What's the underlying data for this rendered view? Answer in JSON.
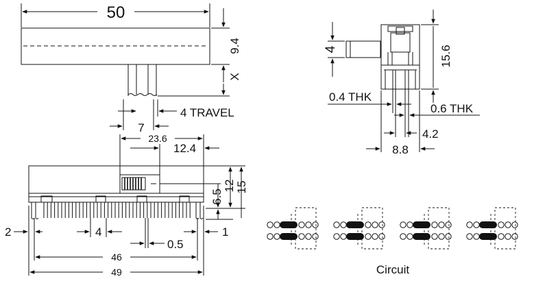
{
  "top_view": {
    "width_label": "50",
    "height_label": "9.4",
    "lever_label": "X",
    "travel_label": "4 TRAVEL",
    "lever_width_label": "7"
  },
  "side_view": {
    "lever_label": "4",
    "height_label": "15.6",
    "thk_left_label": "0.4 THK",
    "thk_right_label": "0.6 THK",
    "pitch_label": "4.2",
    "width_label": "8.8"
  },
  "front_view": {
    "dim_23_6": "23.6",
    "dim_12_4": "12.4",
    "dim_6_5": "6.5",
    "dim_12": "12",
    "dim_15": "15",
    "dim_2": "2",
    "dim_4": "4",
    "dim_0_5": "0.5",
    "dim_1": "1",
    "dim_46": "46",
    "dim_49": "49"
  },
  "circuit": {
    "title": "Circuit",
    "groups": 4
  }
}
